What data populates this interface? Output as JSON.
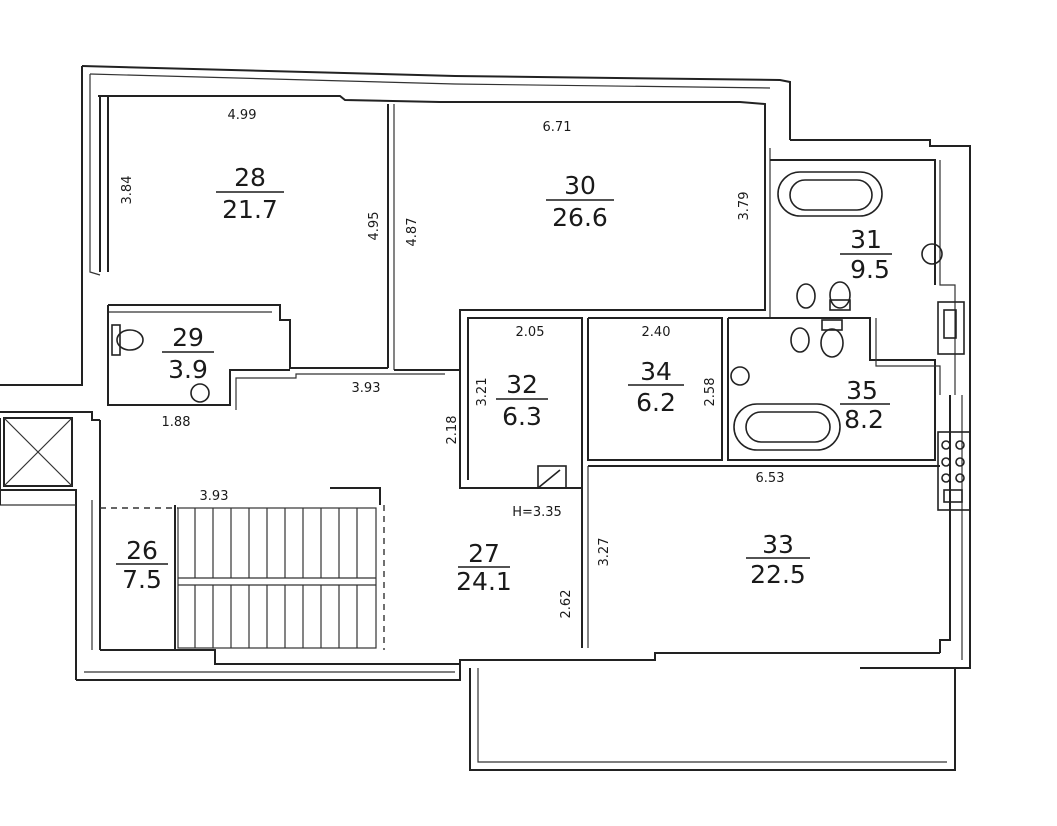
{
  "rooms": [
    {
      "id": "r28",
      "number": "28",
      "area": "21.7"
    },
    {
      "id": "r29",
      "number": "29",
      "area": "3.9"
    },
    {
      "id": "r30",
      "number": "30",
      "area": "26.6"
    },
    {
      "id": "r31",
      "number": "31",
      "area": "9.5"
    },
    {
      "id": "r32",
      "number": "32",
      "area": "6.3"
    },
    {
      "id": "r34",
      "number": "34",
      "area": "6.2"
    },
    {
      "id": "r35",
      "number": "35",
      "area": "8.2"
    },
    {
      "id": "r26",
      "number": "26",
      "area": "7.5"
    },
    {
      "id": "r27",
      "number": "27",
      "area": "24.1"
    },
    {
      "id": "r33",
      "number": "33",
      "area": "22.5"
    }
  ],
  "dimensions": {
    "d_4_99": "4.99",
    "d_6_71": "6.71",
    "d_3_84": "3.84",
    "d_4_95": "4.95",
    "d_4_87": "4.87",
    "d_3_79": "3.79",
    "d_2_05": "2.05",
    "d_2_40": "2.40",
    "d_3_21": "3.21",
    "d_2_58": "2.58",
    "d_3_93_mid": "3.93",
    "d_1_88": "1.88",
    "d_2_18": "2.18",
    "d_6_53": "6.53",
    "d_3_93_stair": "3.93",
    "d_h_3_35": "H=3.35",
    "d_3_27": "3.27",
    "d_2_62": "2.62"
  }
}
